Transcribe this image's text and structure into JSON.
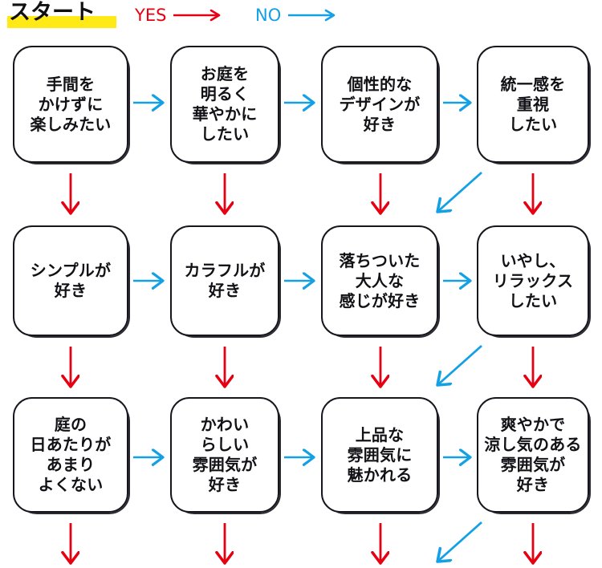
{
  "legend": {
    "start_label": "スタート",
    "yes_label": "YES",
    "no_label": "NO",
    "yes_color": "#e60012",
    "no_color": "#13a0e5",
    "highlight_color": "#ffe916"
  },
  "colors": {
    "yes_arrow": "#e60012",
    "no_arrow": "#13a0e5",
    "box_outline": "#16161c",
    "box_shadow_outline": "#2b2b33",
    "text": "#111116",
    "background": "#ffffff"
  },
  "flow": {
    "rows": [
      {
        "row_index": 1,
        "nodes": [
          {
            "id": "r1c1",
            "text": "手間を\nかけずに\n楽しみたい"
          },
          {
            "id": "r1c2",
            "text": "お庭を\n明るく\n華やかに\nしたい"
          },
          {
            "id": "r1c3",
            "text": "個性的な\nデザインが\n好き"
          },
          {
            "id": "r1c4",
            "text": "統一感を\n重視\nしたい"
          }
        ]
      },
      {
        "row_index": 2,
        "nodes": [
          {
            "id": "r2c1",
            "text": "シンプルが\n好き"
          },
          {
            "id": "r2c2",
            "text": "カラフルが\n好き"
          },
          {
            "id": "r2c3",
            "text": "落ちついた\n大人な\n感じが好き"
          },
          {
            "id": "r2c4",
            "text": "いやし、\nリラックス\nしたい"
          }
        ]
      },
      {
        "row_index": 3,
        "nodes": [
          {
            "id": "r3c1",
            "text": "庭の\n日あたりが\nあまり\nよくない"
          },
          {
            "id": "r3c2",
            "text": "かわい\nらしい\n雰囲気が\n好き"
          },
          {
            "id": "r3c3",
            "text": "上品な\n雰囲気に\n魅かれる"
          },
          {
            "id": "r3c4",
            "text": "爽やかで\n涼し気のある\n雰囲気が\n好き"
          }
        ]
      }
    ],
    "horizontal_arrows": [
      {
        "from": "r1c1",
        "to": "r1c2",
        "answer": "NO"
      },
      {
        "from": "r1c2",
        "to": "r1c3",
        "answer": "NO"
      },
      {
        "from": "r1c3",
        "to": "r1c4",
        "answer": "NO"
      },
      {
        "from": "r2c1",
        "to": "r2c2",
        "answer": "NO"
      },
      {
        "from": "r2c2",
        "to": "r2c3",
        "answer": "NO"
      },
      {
        "from": "r2c3",
        "to": "r2c4",
        "answer": "NO"
      },
      {
        "from": "r3c1",
        "to": "r3c2",
        "answer": "NO"
      },
      {
        "from": "r3c2",
        "to": "r3c3",
        "answer": "NO"
      },
      {
        "from": "r3c3",
        "to": "r3c4",
        "answer": "NO"
      }
    ],
    "vertical_arrows": [
      {
        "from": "r1c1",
        "to": "r2c1",
        "answer": "YES"
      },
      {
        "from": "r1c2",
        "to": "r2c2",
        "answer": "YES"
      },
      {
        "from": "r1c3",
        "to": "r2c3",
        "answer": "YES"
      },
      {
        "from": "r1c4",
        "to": "r2c4",
        "answer": "YES"
      },
      {
        "from": "r2c1",
        "to": "r3c1",
        "answer": "YES"
      },
      {
        "from": "r2c2",
        "to": "r3c2",
        "answer": "YES"
      },
      {
        "from": "r2c3",
        "to": "r3c3",
        "answer": "YES"
      },
      {
        "from": "r2c4",
        "to": "r3c4",
        "answer": "YES"
      },
      {
        "from": "r3c1",
        "to": "below",
        "answer": "YES"
      },
      {
        "from": "r3c2",
        "to": "below",
        "answer": "YES"
      },
      {
        "from": "r3c3",
        "to": "below",
        "answer": "YES"
      },
      {
        "from": "r3c4",
        "to": "below",
        "answer": "YES"
      }
    ],
    "diagonal_arrows": [
      {
        "from": "r1c4",
        "to": "r2c3",
        "answer": "NO"
      },
      {
        "from": "r2c4",
        "to": "r3c3",
        "answer": "NO"
      },
      {
        "from": "r3c4",
        "to": "below-left",
        "answer": "NO"
      }
    ]
  }
}
